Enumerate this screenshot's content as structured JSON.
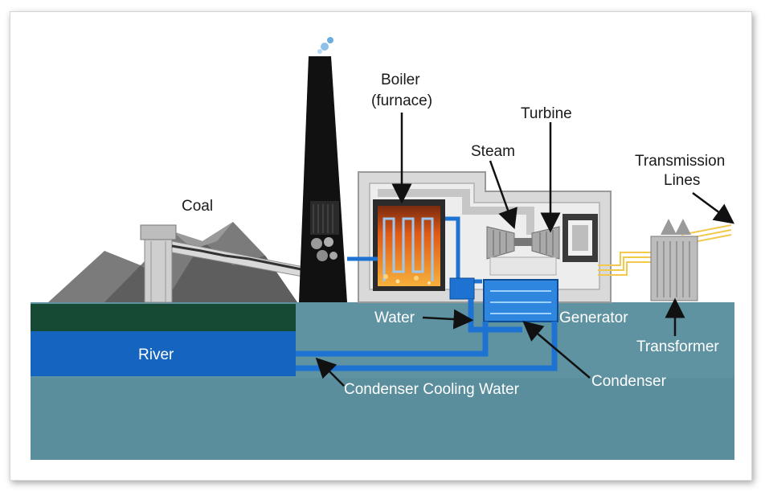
{
  "labels": {
    "boiler": "Boiler",
    "furnace": "(furnace)",
    "turbine": "Turbine",
    "steam": "Steam",
    "transmission": "Transmission",
    "lines": "Lines",
    "coal": "Coal",
    "water": "Water",
    "generator": "Generator",
    "transformer": "Transformer",
    "river": "River",
    "condenser": "Condenser",
    "condenser_cooling_water": "Condenser Cooling Water"
  },
  "colors": {
    "ground": "#5f93a1",
    "river": "#1565c0",
    "riverbank": "#164a34",
    "pipe": "#1e73d2",
    "building": "#d9d9d9",
    "stack": "#111111",
    "fire": "#f08a1c",
    "wire": "#f2c94c"
  }
}
